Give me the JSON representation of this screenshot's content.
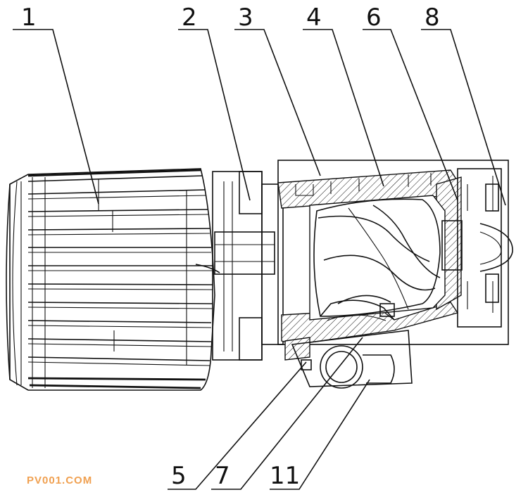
{
  "figure": {
    "labels": [
      {
        "id": "label-1",
        "text": "1"
      },
      {
        "id": "label-2",
        "text": "2"
      },
      {
        "id": "label-3",
        "text": "3"
      },
      {
        "id": "label-4",
        "text": "4"
      },
      {
        "id": "label-6",
        "text": "6"
      },
      {
        "id": "label-8",
        "text": "8"
      },
      {
        "id": "label-5",
        "text": "5"
      },
      {
        "id": "label-7",
        "text": "7"
      },
      {
        "id": "label-11",
        "text": "11"
      }
    ],
    "watermark": "PV001.COM"
  },
  "colors": {
    "line": "#111111",
    "background": "#ffffff",
    "watermark": "#f0a050"
  }
}
